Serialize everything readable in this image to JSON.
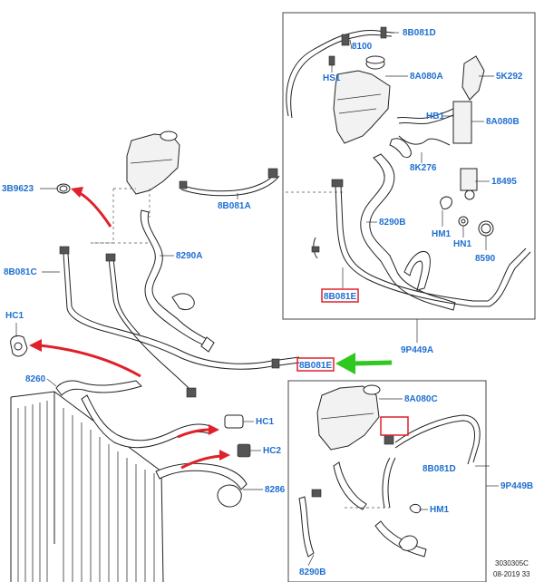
{
  "diagram": {
    "labels": {
      "l_8b081d_top": "8B081D",
      "l_8100": "8100",
      "l_hs1": "HS1",
      "l_8a080a": "8A080A",
      "l_5k292": "5K292",
      "l_hb1": "HB1",
      "l_8a080b": "8A080B",
      "l_8k276": "8K276",
      "l_18495": "18495",
      "l_8290b_top": "8290B",
      "l_hm1_top": "HM1",
      "l_hn1": "HN1",
      "l_8590": "8590",
      "l_8b081e_box": "8B081E",
      "l_9p449a": "9P449A",
      "l_3b9623": "3B9623",
      "l_8b081a": "8B081A",
      "l_8290a": "8290A",
      "l_8b081c": "8B081C",
      "l_hc1_left": "HC1",
      "l_8b081e_main": "8B081E",
      "l_8260": "8260",
      "l_hc1_right": "HC1",
      "l_hc2": "HC2",
      "l_8286": "8286",
      "l_8a080c": "8A080C",
      "l_8b081d_bottom": "8B081D",
      "l_9p449b": "9P449B",
      "l_hm1_bottom": "HM1",
      "l_8290b_bottom": "8290B"
    },
    "reference": {
      "line1": "3030305C",
      "line2": "08-2019 33"
    },
    "colors": {
      "label": "#1f6fd1",
      "highlight_box": "#e0202a",
      "red_arrow": "#e0202a",
      "green_arrow": "#2fc81e"
    }
  }
}
